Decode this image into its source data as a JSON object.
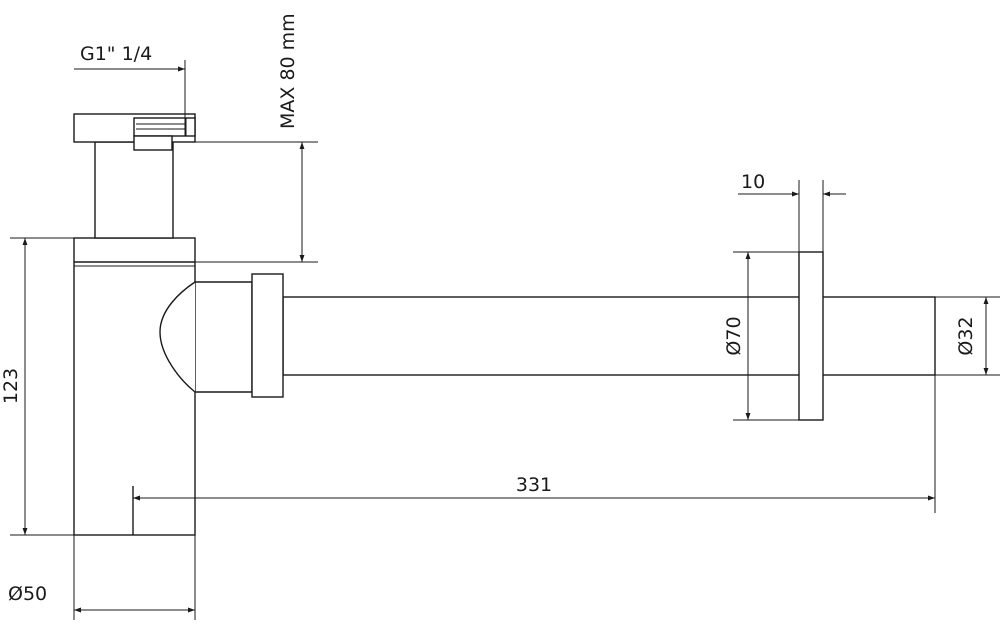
{
  "dimensions": {
    "thread": "G1\" 1/4",
    "max_height": "MAX 80 mm",
    "flange_thickness": "10",
    "flange_diameter": "Ø70",
    "pipe_diameter": "Ø32",
    "body_height": "123",
    "pipe_length": "331",
    "body_diameter": "Ø50"
  },
  "colors": {
    "line": "#1a1a1a",
    "background": "#ffffff"
  }
}
